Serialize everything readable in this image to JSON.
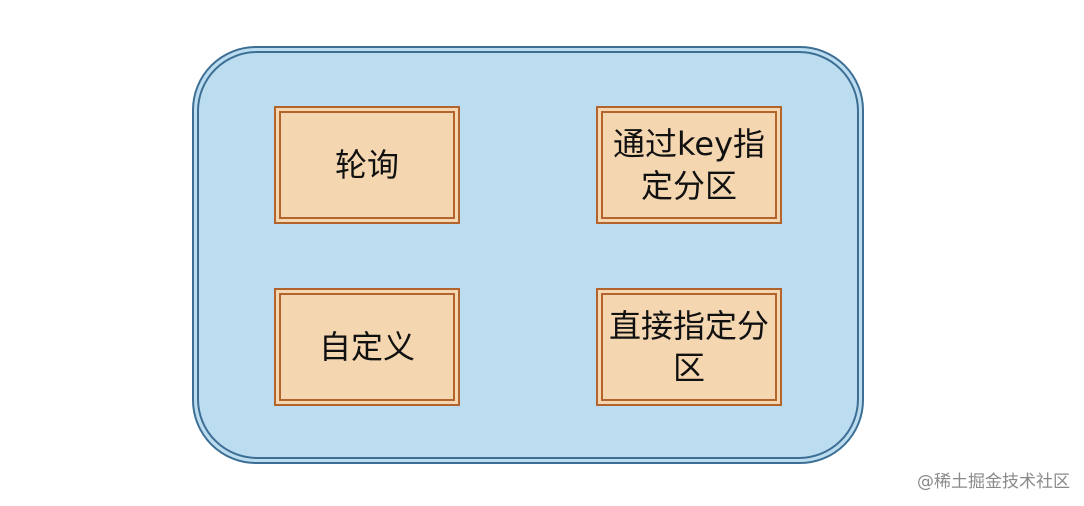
{
  "diagram": {
    "colors": {
      "container_fill": "#bcdcef",
      "container_border": "#3d6f95",
      "box_fill": "#f4d6b0",
      "box_border": "#b3642d"
    },
    "boxes": [
      {
        "label": "轮询"
      },
      {
        "label": "通过key指定分区"
      },
      {
        "label": "自定义"
      },
      {
        "label": "直接指定分区"
      }
    ]
  },
  "watermark": "@稀土掘金技术社区"
}
